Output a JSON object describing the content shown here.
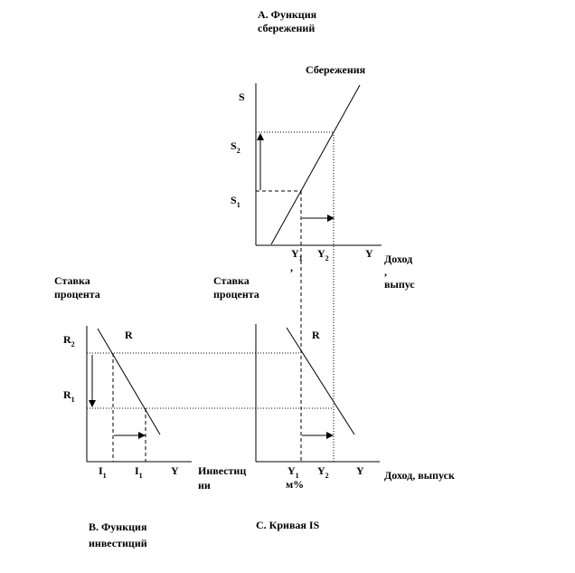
{
  "panel_a": {
    "title_line1": "А. Функция",
    "title_line2": "сбережений",
    "curve_label": "Сбережения",
    "y_axis": "S",
    "s2": "S",
    "s2_sub": "2",
    "s1": "S",
    "s1_sub": "1",
    "y1": "Y",
    "y1_sub": "1",
    "y1_comma": ",",
    "y2": "Y",
    "y2_sub": "2",
    "y_end": "Y",
    "x_label_line1": "Доход",
    "x_label_comma": ",",
    "x_label_line2": "выпус"
  },
  "panel_b": {
    "y_label_line1": "Ставка",
    "y_label_line2": "процента",
    "curve_label": "R",
    "r2": "R",
    "r2_sub": "2",
    "r1": "R",
    "r1_sub": "1",
    "i1a": "I",
    "i1a_sub": "1",
    "i1b": "I",
    "i1b_sub": "1",
    "y_end": "Y",
    "x_label_line1": "Инвестиц",
    "x_label_line2": "ии",
    "caption_line1": "В. Функция",
    "caption_line2": "инвестиций"
  },
  "panel_c": {
    "y_label_line1": "Ставка",
    "y_label_line2": "процента",
    "curve_label": "R",
    "y1": "Y",
    "y1_sub": "1",
    "y1_extra": "м%",
    "y2": "Y",
    "y2_sub": "2",
    "y_end": "Y",
    "x_label": "Доход, выпуск",
    "caption": "С. Кривая IS"
  }
}
